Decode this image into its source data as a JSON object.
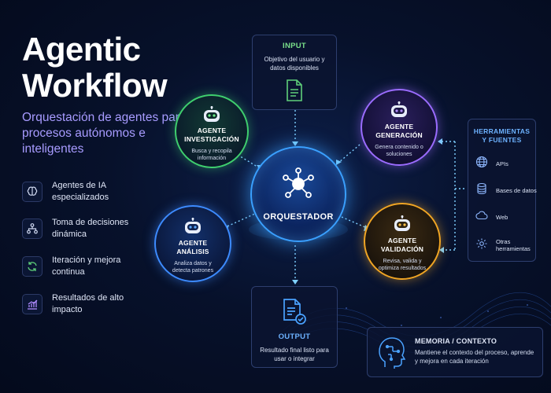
{
  "title": "Agentic Workflow",
  "subtitle": "Orquestación de agentes para procesos autónomos e inteligentes",
  "features": [
    {
      "label": "Agentes de IA especializados",
      "icon": "brain-icon"
    },
    {
      "label": "Toma de decisiones dinámica",
      "icon": "network-icon"
    },
    {
      "label": "Iteración y mejora continua",
      "icon": "refresh-icon"
    },
    {
      "label": "Resultados de alto impacto",
      "icon": "chart-icon"
    }
  ],
  "input": {
    "title": "INPUT",
    "desc": "Objetivo del usuario y datos disponibles",
    "icon": "document-icon"
  },
  "output": {
    "title": "OUTPUT",
    "desc": "Resultado final listo para usar o integrar",
    "icon": "document-check-icon"
  },
  "orchestrator": {
    "label": "ORQUESTADOR",
    "icon": "hub-icon"
  },
  "agents": {
    "investigacion": {
      "title_1": "AGENTE",
      "title_2": "INVESTIGACIÓN",
      "desc": "Busca y recopila información",
      "color": "#3fcf6e"
    },
    "generacion": {
      "title_1": "AGENTE",
      "title_2": "GENERACIÓN",
      "desc": "Genera contenido o soluciones",
      "color": "#9b6cff"
    },
    "analisis": {
      "title_1": "AGENTE",
      "title_2": "ANÁLISIS",
      "desc": "Analiza datos y detecta patrones",
      "color": "#3d8bff"
    },
    "validacion": {
      "title_1": "AGENTE",
      "title_2": "VALIDACIÓN",
      "desc": "Revisa, valida y optimiza resultados",
      "color": "#f0a524"
    }
  },
  "tools": {
    "title": "HERRAMIENTAS Y FUENTES",
    "items": [
      {
        "label": "APIs",
        "icon": "globe-icon"
      },
      {
        "label": "Bases de datos",
        "icon": "database-icon"
      },
      {
        "label": "Web",
        "icon": "cloud-icon"
      },
      {
        "label": "Otras herramientas",
        "icon": "gear-icon"
      }
    ]
  },
  "memory": {
    "title": "MEMORIA / CONTEXTO",
    "desc": "Mantiene el contexto del proceso, aprende y mejora en cada iteración",
    "icon": "head-circuit-icon"
  }
}
